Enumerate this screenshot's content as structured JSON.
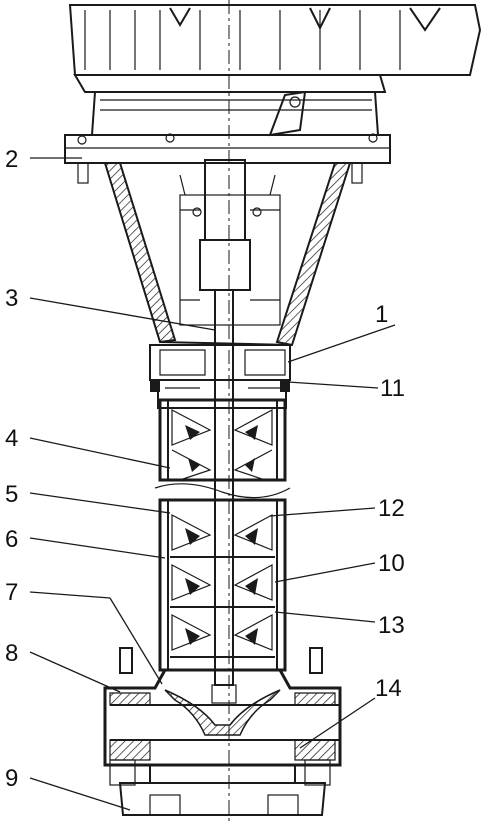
{
  "figure": {
    "callouts": [
      {
        "id": "label-2",
        "text": "2"
      },
      {
        "id": "label-3",
        "text": "3"
      },
      {
        "id": "label-1",
        "text": "1"
      },
      {
        "id": "label-11",
        "text": "11"
      },
      {
        "id": "label-4",
        "text": "4"
      },
      {
        "id": "label-5",
        "text": "5"
      },
      {
        "id": "label-12",
        "text": "12"
      },
      {
        "id": "label-6",
        "text": "6"
      },
      {
        "id": "label-10",
        "text": "10"
      },
      {
        "id": "label-7",
        "text": "7"
      },
      {
        "id": "label-13",
        "text": "13"
      },
      {
        "id": "label-8",
        "text": "8"
      },
      {
        "id": "label-14",
        "text": "14"
      },
      {
        "id": "label-9",
        "text": "9"
      }
    ],
    "colors": {
      "ink": "#1a1a1a",
      "background": "#ffffff"
    }
  }
}
